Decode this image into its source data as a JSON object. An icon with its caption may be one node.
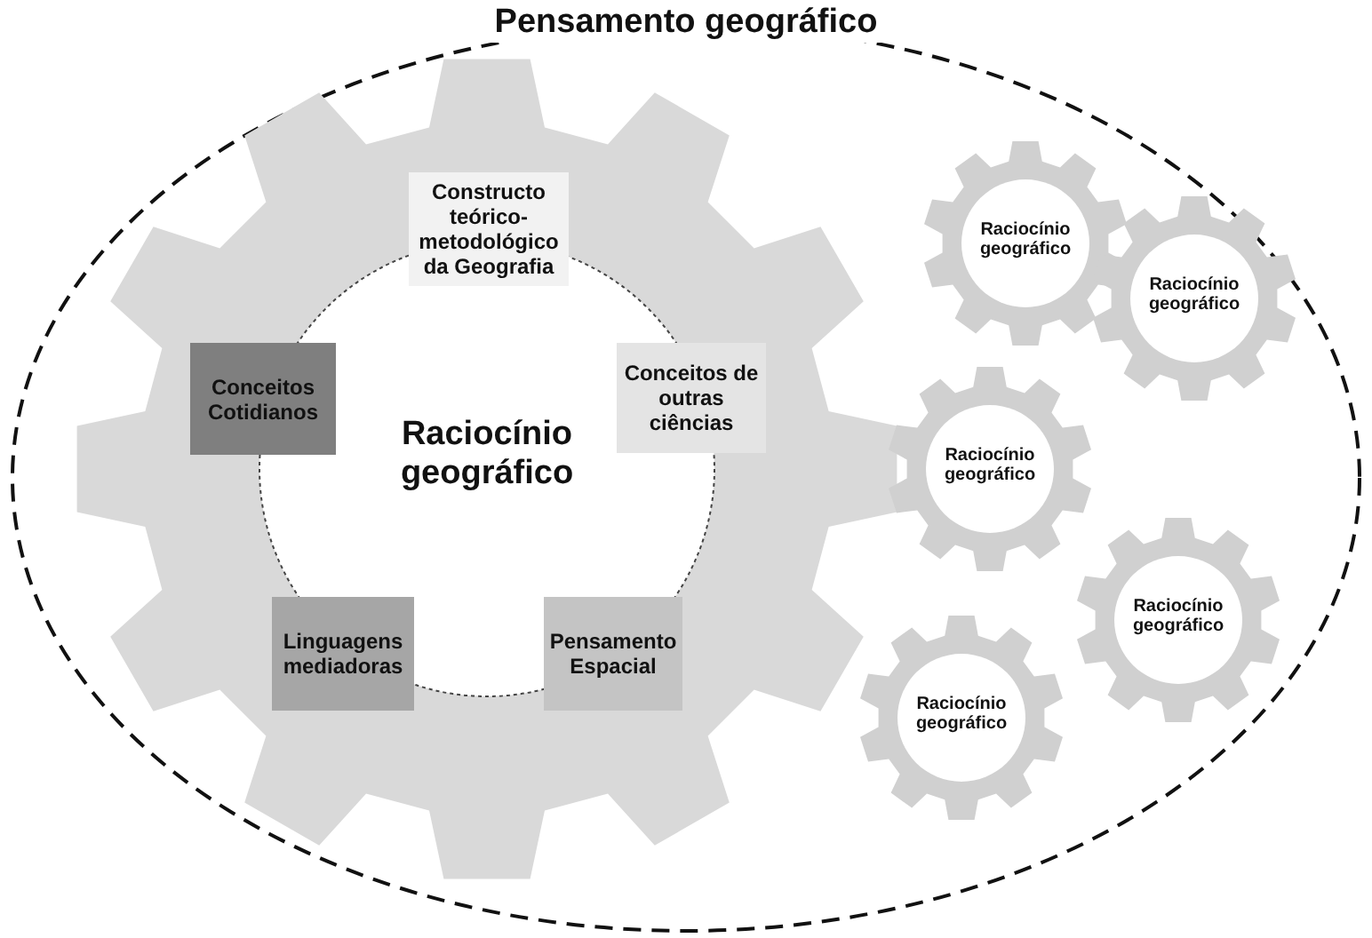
{
  "diagram": {
    "nodes": [
      {
        "text": [
          "Pensamento geográfico"
        ]
      },
      {
        "text": [
          "Raciocínio geográfico"
        ],
        "in": 0
      },
      {
        "text": [
          "Constructo teórico-metodológico da Geografia"
        ],
        "in": 1
      },
      {
        "text": [
          "Conceitos Cotidianos"
        ],
        "in": 1
      },
      {
        "text": [
          "Conceitos de outras ciências"
        ],
        "in": 1
      },
      {
        "text": [
          "Linguagens mediadoras"
        ],
        "in": 1
      },
      {
        "text": [
          "Pensamento Espacial"
        ],
        "in": 1
      },
      {
        "text": [
          "Raciocínio geográfico"
        ],
        "in": 0
      },
      {
        "text": [
          "Raciocínio geográfico"
        ],
        "in": 0
      },
      {
        "text": [
          "Raciocínio geográfico"
        ],
        "in": 0
      },
      {
        "text": [
          "Raciocínio geográfico"
        ],
        "in": 0
      },
      {
        "text": [
          "Raciocínio geográfico"
        ],
        "in": 0
      }
    ],
    "edges": []
  }
}
